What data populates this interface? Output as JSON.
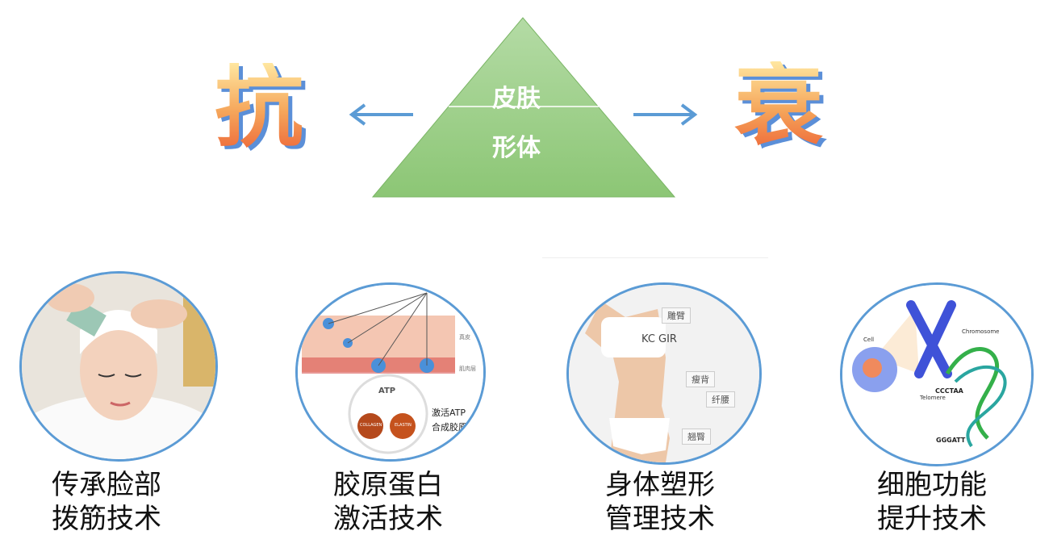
{
  "title": {
    "left_char": "抗",
    "right_char": "衰"
  },
  "pyramid": {
    "top": "皮肤",
    "bottom": "形体"
  },
  "items": [
    {
      "line1": "传承脸部",
      "line2": "拨筋技术"
    },
    {
      "line1": "胶原蛋白",
      "line2": "激活技术",
      "img_text": {
        "atp": "ATP",
        "collagen": "COLLAGEN",
        "elastin": "ELASTIN",
        "caption1": "激活ATP",
        "caption2": "合成胶原",
        "layer1": "真皮",
        "layer2": "肌肉层"
      }
    },
    {
      "line1": "身体塑形",
      "line2": "管理技术",
      "img_text": {
        "shirt": "KC GIR",
        "tags": [
          "雕臂",
          "瘦背",
          "纤腰",
          "翘臀"
        ]
      }
    },
    {
      "line1": "细胞功能",
      "line2": "提升技术",
      "img_text": {
        "cell": "Cell",
        "chromosome": "Chromosome",
        "telomere": "Telomere",
        "seq1": "CCCTAA",
        "seq2": "GGGATT"
      }
    }
  ],
  "colors": {
    "triangle": "#8dc878",
    "arrow": "#5b9bd5",
    "circle_border": "#5b9bd5"
  }
}
